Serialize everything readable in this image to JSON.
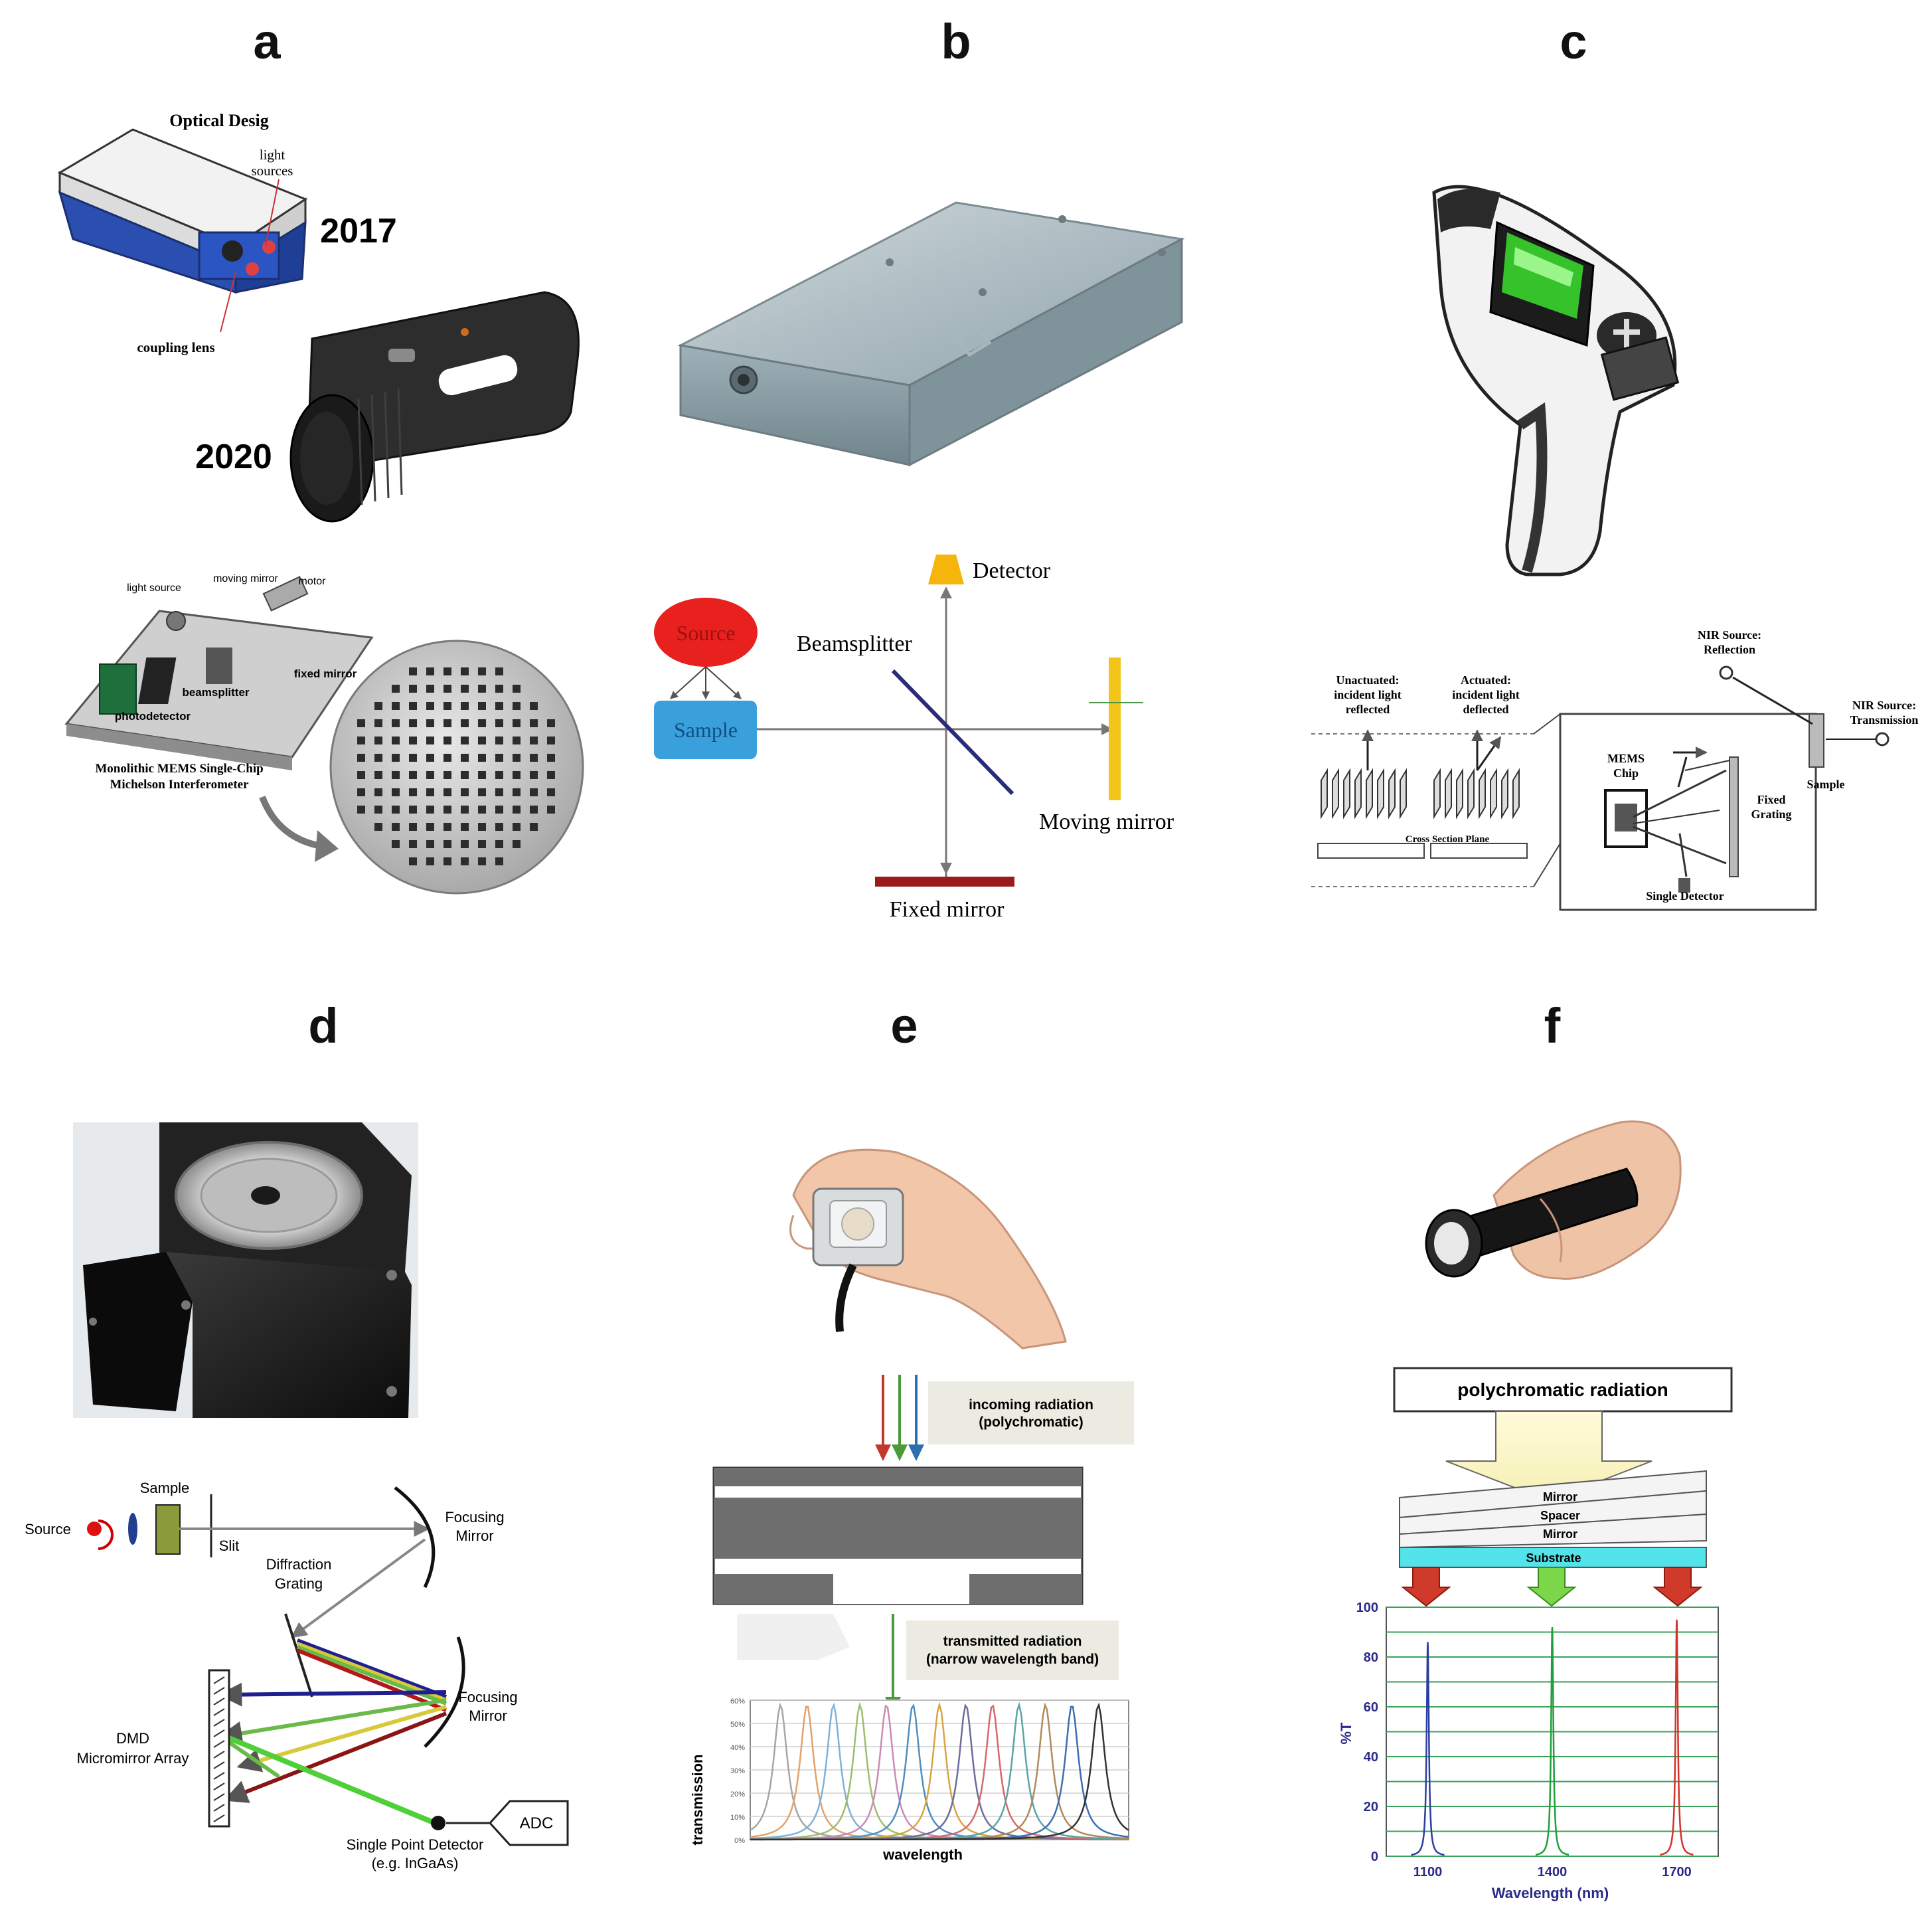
{
  "panels": {
    "a": {
      "label": "a",
      "optical_design": "Optical Desig",
      "light_sources_1": "light",
      "light_sources_2": "sources",
      "year_top": "2017",
      "coupling_lens": "coupling lens",
      "year_bottom": "2020",
      "light_source": "light source",
      "moving_mirror": "moving mirror",
      "motor": "motor",
      "beamsplitter": "beamsplitter",
      "fixed_mirror": "fixed mirror",
      "photodetector": "photodetector",
      "mems_caption_1": "Monolithic MEMS Single-Chip",
      "mems_caption_2": "Michelson Interferometer"
    },
    "b": {
      "label": "b",
      "detector": "Detector",
      "source": "Source",
      "beamsplitter": "Beamsplitter",
      "sample": "Sample",
      "moving_mirror": "Moving mirror",
      "fixed_mirror": "Fixed mirror"
    },
    "c": {
      "label": "c",
      "nir_reflection_1": "NIR Source:",
      "nir_reflection_2": "Reflection",
      "unactuated_1": "Unactuated:",
      "unactuated_2": "incident light",
      "unactuated_3": "reflected",
      "actuated_1": "Actuated:",
      "actuated_2": "incident light",
      "actuated_3": "deflected",
      "nir_transmission_1": "NIR Source:",
      "nir_transmission_2": "Transmission",
      "mems_chip_1": "MEMS",
      "mems_chip_2": "Chip",
      "fixed_grating_1": "Fixed",
      "fixed_grating_2": "Grating",
      "sample": "Sample",
      "cross_section": "Cross Section Plane",
      "single_detector": "Single Detector"
    },
    "d": {
      "label": "d",
      "sample": "Sample",
      "source": "Source",
      "slit": "Slit",
      "focusing_mirror_1a": "Focusing",
      "focusing_mirror_1b": "Mirror",
      "diffraction_1": "Diffraction",
      "diffraction_2": "Grating",
      "focusing_mirror_2a": "Focusing",
      "focusing_mirror_2b": "Mirror",
      "dmd_1": "DMD",
      "dmd_2": "Micromirror Array",
      "adc": "ADC",
      "detector_1": "Single Point Detector",
      "detector_2": "(e.g. InGaAs)"
    },
    "e": {
      "label": "e",
      "incoming_1": "incoming radiation",
      "incoming_2": "(polychromatic)",
      "transmitted_1": "transmitted radiation",
      "transmitted_2": "(narrow wavelength band)",
      "ylabel": "transmission",
      "xlabel": "wavelength"
    },
    "f": {
      "label": "f",
      "poly": "polychromatic radiation",
      "mirror_top": "Mirror",
      "spacer": "Spacer",
      "mirror_bottom": "Mirror",
      "substrate": "Substrate",
      "ylabel": "%T",
      "xlabel": "Wavelength (nm)"
    }
  },
  "chart_data": [
    {
      "type": "line",
      "xlabel": "wavelength",
      "ylabel": "transmission",
      "ytick_labels": [
        "0%",
        "10%",
        "20%",
        "30%",
        "40%",
        "50%",
        "60%"
      ],
      "ylim": [
        0,
        60
      ],
      "peak_count": 13,
      "peak_value": 58,
      "series_colors": [
        "#a6a6a6",
        "#e3a26a",
        "#7fb2d8",
        "#9bbf6b",
        "#c98bb5",
        "#4f8fc0",
        "#d9a441",
        "#6c6c9c",
        "#d46a6a",
        "#5aa5a5",
        "#b08a5a",
        "#3a6fb0",
        "#333333"
      ]
    },
    {
      "type": "line",
      "xlabel": "Wavelength (nm)",
      "ylabel": "%T",
      "xticks": [
        1100,
        1400,
        1700
      ],
      "yticks": [
        0,
        20,
        40,
        60,
        80,
        100
      ],
      "xlim": [
        1000,
        1800
      ],
      "ylim": [
        0,
        100
      ],
      "series": [
        {
          "color": "#2b3f9e",
          "center": 1100,
          "peak": 86
        },
        {
          "color": "#1f9e3a",
          "center": 1400,
          "peak": 92
        },
        {
          "color": "#d0332b",
          "center": 1700,
          "peak": 95
        }
      ]
    }
  ],
  "colors": {
    "source_red": "#e8201e",
    "sample_blue": "#3aa0dc",
    "detector_yellow": "#f5b50a",
    "mirror_dark_red": "#9b1b1b",
    "beamsplitter_navy": "#2a2c78",
    "substrate_cyan": "#53e3ea"
  }
}
